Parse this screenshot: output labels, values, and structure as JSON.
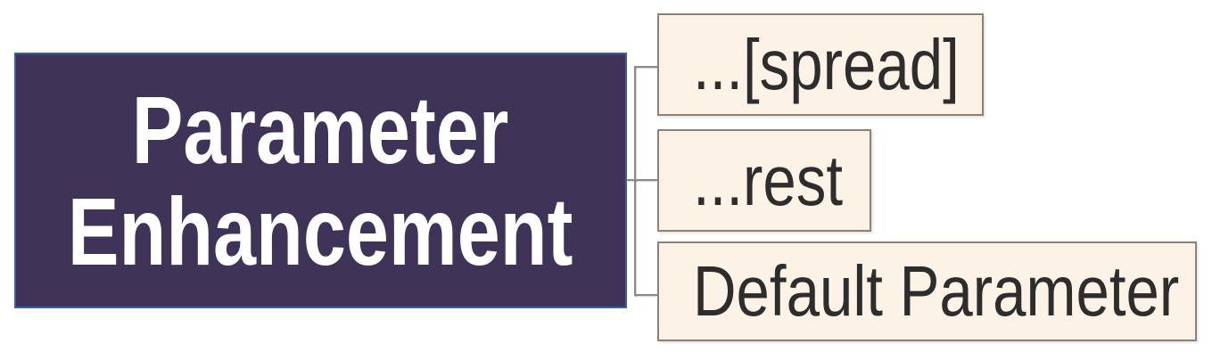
{
  "diagram": {
    "root": {
      "line1": "Parameter",
      "line2": "Enhancement"
    },
    "children": [
      {
        "label": "...[spread]"
      },
      {
        "label": "...rest"
      },
      {
        "label": "Default Parameter"
      }
    ],
    "colors": {
      "root_fill": "#3f3357",
      "root_border": "#3a5f9c",
      "root_text": "#ffffff",
      "child_fill": "#fdf2e6",
      "child_border": "#8b8174",
      "child_text": "#2d2d2d",
      "connector": "#8a8a8a"
    }
  }
}
